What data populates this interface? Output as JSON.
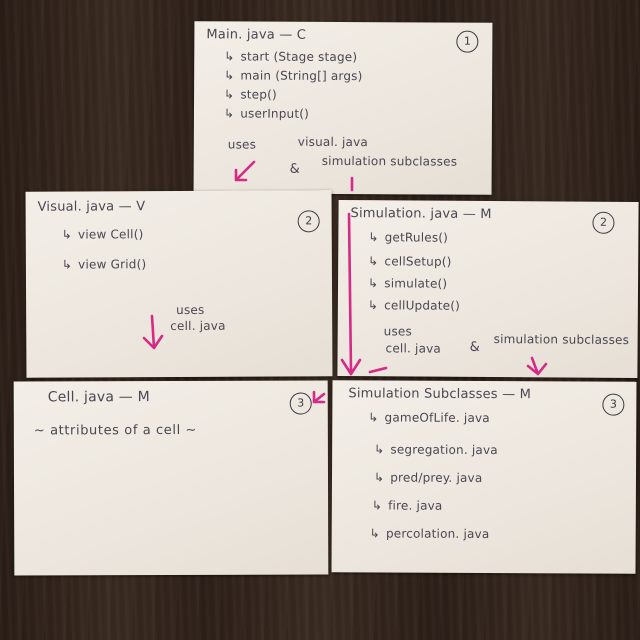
{
  "cards": {
    "main": {
      "title": "Main. java — C",
      "number": "1",
      "methods": [
        "start (Stage stage)",
        "main (String[] args)",
        "step()",
        "userInput()"
      ],
      "uses_label": "uses",
      "uses_target": "visual. java",
      "and_label": "&",
      "also_uses": "simulation subclasses"
    },
    "visual": {
      "title": "Visual. java — V",
      "number": "2",
      "methods": [
        "view Cell()",
        "view Grid()"
      ],
      "uses_label": "uses",
      "uses_target": "cell. java"
    },
    "simulation": {
      "title": "Simulation. java — M",
      "number": "2",
      "methods": [
        "getRules()",
        "cellSetup()",
        "simulate()",
        "cellUpdate()"
      ],
      "uses_label": "uses",
      "uses_target": "cell. java",
      "and_label": "&",
      "also_uses": "simulation subclasses"
    },
    "cell": {
      "title": "Cell. java — M",
      "number": "3",
      "note": "~ attributes of a cell ~"
    },
    "subclasses": {
      "title": "Simulation Subclasses — M",
      "number": "3",
      "items": [
        "gameOfLife. java",
        "segregation. java",
        "pred/prey. java",
        "fire. java",
        "percolation. java"
      ]
    }
  },
  "colors": {
    "ink": "#4a4753",
    "highlighter": "#d62a86",
    "card": "#efe9e1"
  },
  "icons": {
    "bullet": "hooked-arrow-icon"
  }
}
